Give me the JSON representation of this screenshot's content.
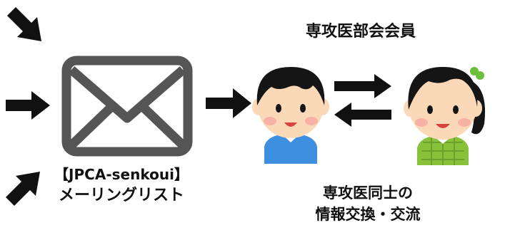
{
  "members_title": "専攻医部会会員",
  "mailing_list": {
    "name": "【JPCA-senkoui】",
    "label": "メーリングリスト"
  },
  "exchange": {
    "line1": "専攻医同士の",
    "line2": "情報交換・交流"
  },
  "colors": {
    "arrow": "#111111",
    "envelope_stroke": "#555555",
    "boy_shirt": "#3f8fe0",
    "girl_shirt": "#88c23a",
    "skin": "#fbd9b8",
    "hair": "#151515"
  },
  "icons": [
    "arrow-right-icon",
    "envelope-icon",
    "boy-avatar",
    "girl-avatar",
    "exchange-arrows-icon"
  ]
}
